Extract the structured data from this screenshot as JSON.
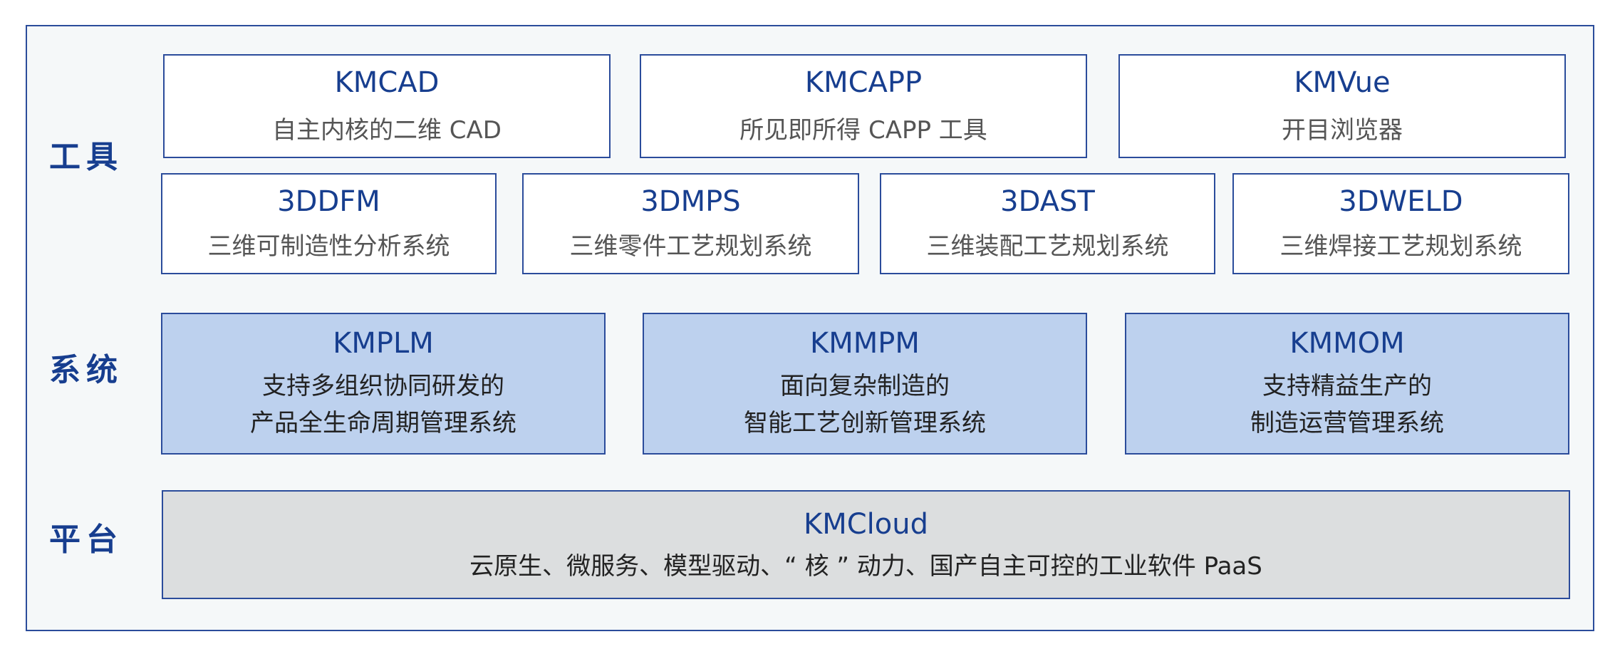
{
  "layer_labels": {
    "tools": "工具",
    "systems": "系统",
    "platform": "平台"
  },
  "tools": {
    "row1": [
      {
        "title": "KMCAD",
        "desc": "自主内核的二维 CAD"
      },
      {
        "title": "KMCAPP",
        "desc": "所见即所得 CAPP 工具"
      },
      {
        "title": "KMVue",
        "desc": "开目浏览器"
      }
    ],
    "row2": [
      {
        "title": "3DDFM",
        "desc": "三维可制造性分析系统"
      },
      {
        "title": "3DMPS",
        "desc": "三维零件工艺规划系统"
      },
      {
        "title": "3DAST",
        "desc": "三维装配工艺规划系统"
      },
      {
        "title": "3DWELD",
        "desc": "三维焊接工艺规划系统"
      }
    ]
  },
  "systems": [
    {
      "title": "KMPLM",
      "desc_line1": "支持多组织协同研发的",
      "desc_line2": "产品全生命周期管理系统"
    },
    {
      "title": "KMMPM",
      "desc_line1": "面向复杂制造的",
      "desc_line2": "智能工艺创新管理系统"
    },
    {
      "title": "KMMOM",
      "desc_line1": "支持精益生产的",
      "desc_line2": "制造运营管理系统"
    }
  ],
  "platform": {
    "title": "KMCloud",
    "desc": "云原生、微服务、模型驱动、“ 核 ” 动力、国产自主可控的工业软件 PaaS"
  },
  "colors": {
    "frame_fill": "#f5f8f9",
    "border": "#2b4c9b",
    "title": "#173e8f",
    "desc_muted": "#555555",
    "desc_dark": "#222222",
    "system_fill": "#bdd1ee",
    "platform_fill": "#dcdedf",
    "box_fill": "#ffffff"
  }
}
